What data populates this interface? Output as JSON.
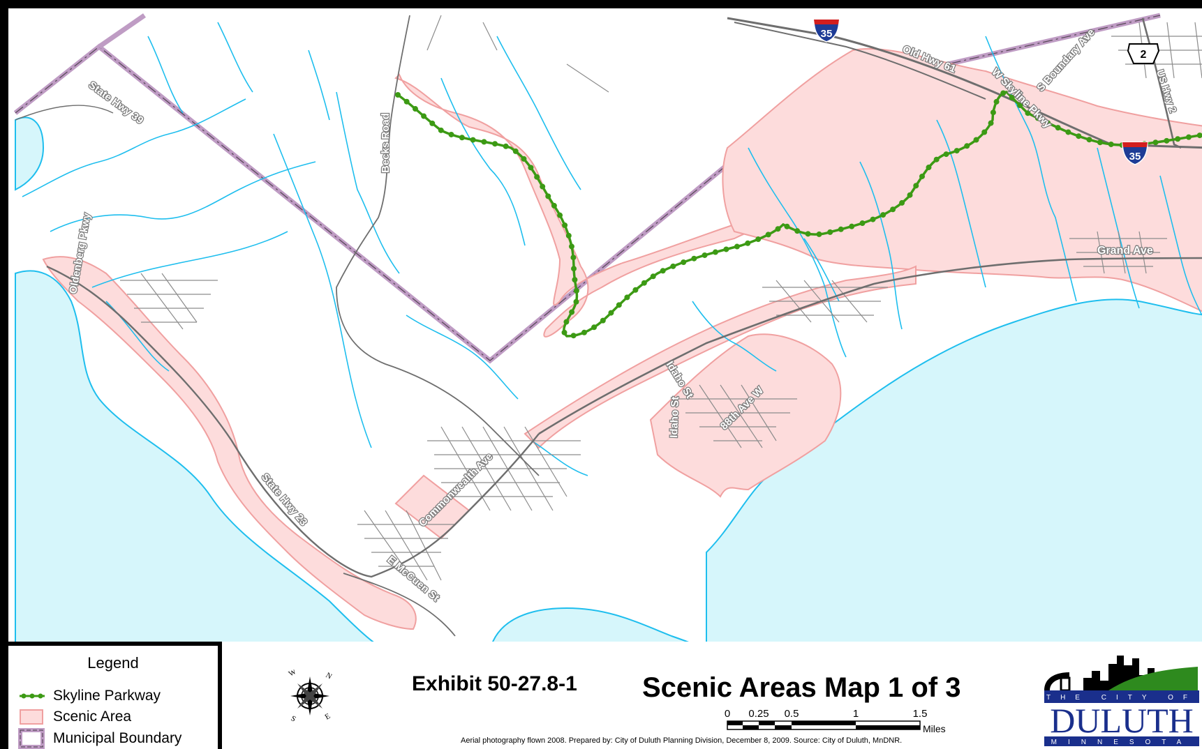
{
  "map": {
    "road_labels": {
      "i35_top": "35",
      "i35_right": "35",
      "us2": "2",
      "old_hwy_61": "Old Hwy 61",
      "s_boundary_ave": "S Boundary Ave",
      "w_skyline_pkwy": "W Skyline Pkwy",
      "us_hwy_2": "US Hwy 2",
      "state_hwy_39": "State Hwy 39",
      "becks_road": "Becks Road",
      "oldenberg_pkwy": "Oldenberg Pkwy",
      "grand_ave": "Grand Ave",
      "idaho_st_1": "Idaho St",
      "idaho_st_2": "Idaho St",
      "ave_88th_w": "88th Ave W",
      "commonwealth_ave": "Commonwealth Ave",
      "state_hwy_23": "State Hwy 23",
      "e_mccuen_st": "E McCuen St"
    },
    "colors": {
      "water": "#d6f6fb",
      "stream": "#1ebeee",
      "scenic_fill": "#fddcdc",
      "scenic_stroke": "#f0a0a0",
      "skyline": "#3c9a14",
      "boundary": "#bf9cc4",
      "road": "#6e6e6e",
      "street": "#8c8c8c"
    }
  },
  "legend": {
    "title": "Legend",
    "items": [
      {
        "label": "Skyline Parkway",
        "symbol": "green-dotted-line"
      },
      {
        "label": "Scenic Area",
        "symbol": "pink-box"
      },
      {
        "label": "Municipal Boundary",
        "symbol": "purple-dashed-box"
      }
    ]
  },
  "footer": {
    "exhibit": "Exhibit 50-27.8-1",
    "title": "Scenic Areas Map 1 of 3",
    "credit": "Aerial photography flown 2008. Prepared by:  City of Duluth Planning Division, December 8, 2009.  Source:  City of Duluth, MnDNR.",
    "scale": {
      "ticks": [
        "0",
        "0.25",
        "0.5",
        "1",
        "1.5"
      ],
      "unit": "Miles"
    },
    "compass": {
      "n": "N",
      "s": "S",
      "e": "E",
      "w": "W"
    },
    "logo": {
      "top": "THE CITY OF",
      "name": "DULUTH",
      "bottom": "MINNESOTA"
    }
  }
}
